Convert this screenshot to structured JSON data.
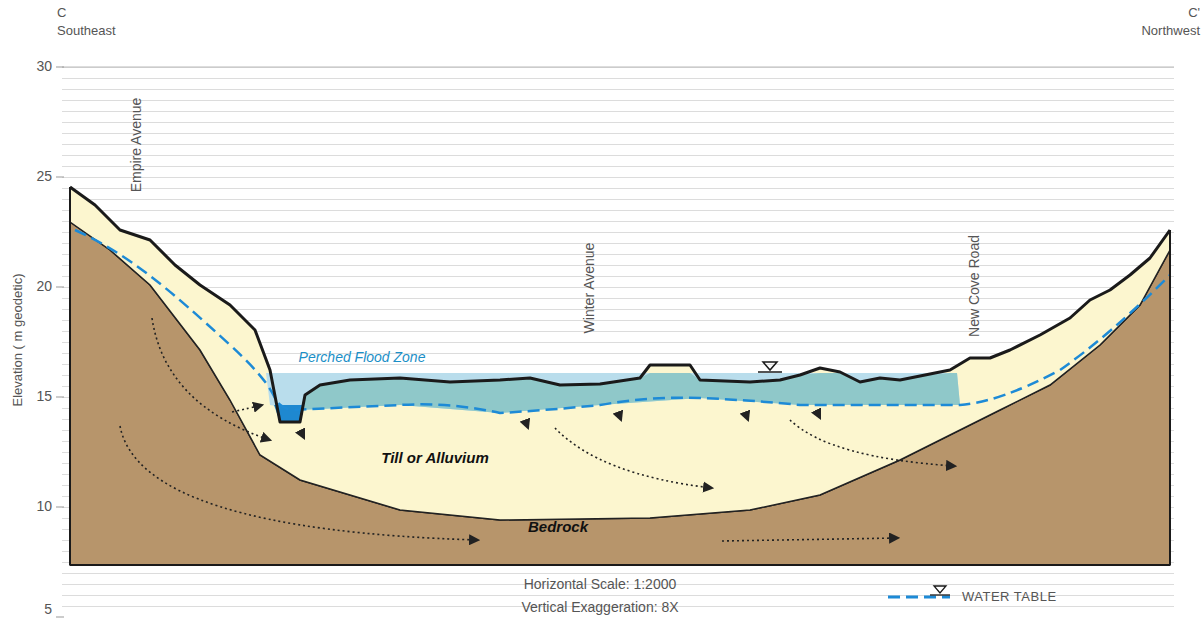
{
  "diagram": {
    "labels": [
      "C",
      "Southeast",
      "C'",
      "Northwest",
      "Elevation ( m geodetic)",
      "30",
      "25",
      "20",
      "15",
      "10",
      "5",
      "Empire Avenue",
      "Winter Avenue",
      "New Cove Road",
      "Perched Flood Zone",
      "Till or Alluvium",
      "Bedrock",
      "Horizontal Scale: 1:2000",
      "Vertical Exaggeration: 8X"
    ],
    "legend": [
      {
        "text": "WATER TABLE"
      }
    ]
  }
}
